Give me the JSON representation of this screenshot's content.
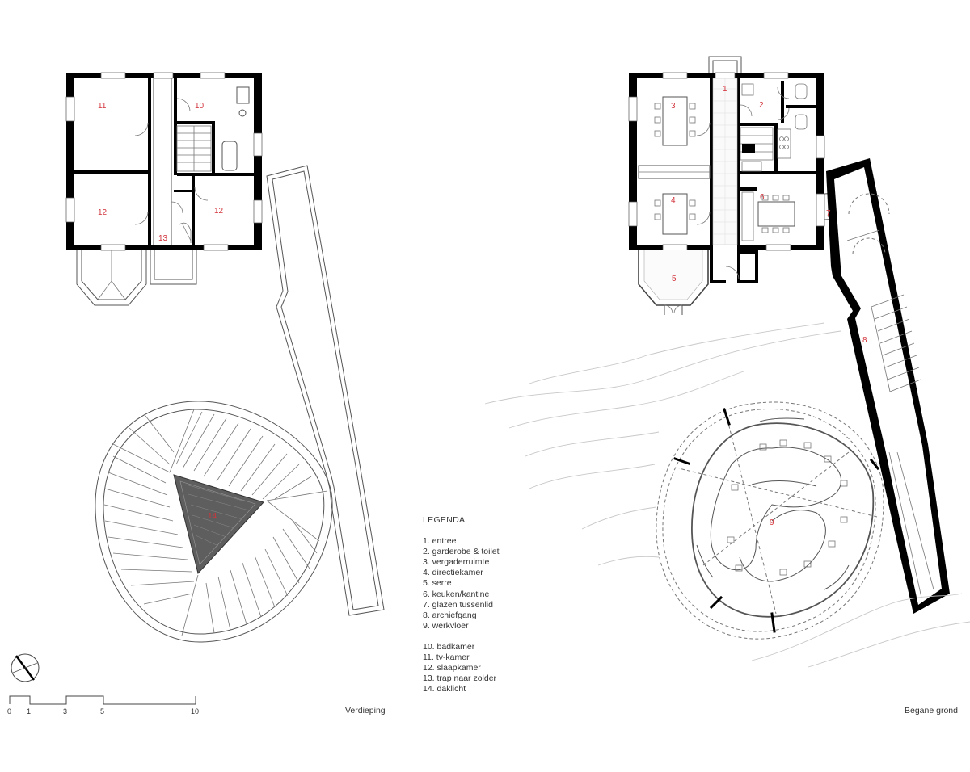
{
  "legend": {
    "title": "LEGENDA",
    "items_ground": [
      "1. entree",
      "2. garderobe & toilet",
      "3. vergaderruimte",
      "4. directiekamer",
      "5. serre",
      "6. keuken/kantine",
      "7. glazen tussenlid",
      "8. archiefgang",
      "9. werkvloer"
    ],
    "items_upper": [
      "10. badkamer",
      "11. tv-kamer",
      "12. slaapkamer",
      "13. trap naar zolder",
      "14. daklicht"
    ]
  },
  "captions": {
    "upper_floor": "Verdieping",
    "ground_floor": "Begane grond"
  },
  "scale_bar": {
    "labels": [
      "0",
      "1",
      "3",
      "5",
      "10"
    ]
  },
  "rooms_upper": [
    "11",
    "10",
    "12",
    "12",
    "13",
    "14"
  ],
  "rooms_ground": [
    "1",
    "2",
    "3",
    "4",
    "5",
    "6",
    "7",
    "8",
    "9"
  ],
  "colors": {
    "room_number": "#d2343c",
    "walls": "#000000",
    "lines": "#555555"
  }
}
